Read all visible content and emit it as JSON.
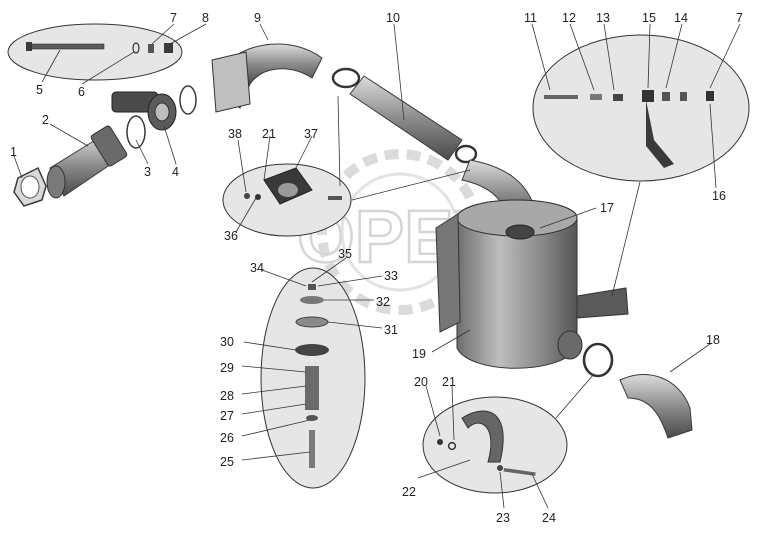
{
  "diagram": {
    "watermark_text": "OPEX",
    "callouts": [
      {
        "id": "c1",
        "label": "1"
      },
      {
        "id": "c2",
        "label": "2"
      },
      {
        "id": "c3",
        "label": "3"
      },
      {
        "id": "c4",
        "label": "4"
      },
      {
        "id": "c5",
        "label": "5"
      },
      {
        "id": "c6",
        "label": "6"
      },
      {
        "id": "c7a",
        "label": "7"
      },
      {
        "id": "c8",
        "label": "8"
      },
      {
        "id": "c9",
        "label": "9"
      },
      {
        "id": "c10",
        "label": "10"
      },
      {
        "id": "c11",
        "label": "11"
      },
      {
        "id": "c12",
        "label": "12"
      },
      {
        "id": "c13",
        "label": "13"
      },
      {
        "id": "c15",
        "label": "15"
      },
      {
        "id": "c14",
        "label": "14"
      },
      {
        "id": "c7b",
        "label": "7"
      },
      {
        "id": "c16",
        "label": "16"
      },
      {
        "id": "c17",
        "label": "17"
      },
      {
        "id": "c18",
        "label": "18"
      },
      {
        "id": "c19",
        "label": "19"
      },
      {
        "id": "c20",
        "label": "20"
      },
      {
        "id": "c21a",
        "label": "21"
      },
      {
        "id": "c21b",
        "label": "21"
      },
      {
        "id": "c22",
        "label": "22"
      },
      {
        "id": "c23",
        "label": "23"
      },
      {
        "id": "c24",
        "label": "24"
      },
      {
        "id": "c25",
        "label": "25"
      },
      {
        "id": "c26",
        "label": "26"
      },
      {
        "id": "c27",
        "label": "27"
      },
      {
        "id": "c28",
        "label": "28"
      },
      {
        "id": "c29",
        "label": "29"
      },
      {
        "id": "c30",
        "label": "30"
      },
      {
        "id": "c31",
        "label": "31"
      },
      {
        "id": "c32",
        "label": "32"
      },
      {
        "id": "c33",
        "label": "33"
      },
      {
        "id": "c34",
        "label": "34"
      },
      {
        "id": "c35",
        "label": "35"
      },
      {
        "id": "c36",
        "label": "36"
      },
      {
        "id": "c37",
        "label": "37"
      },
      {
        "id": "c38",
        "label": "38"
      }
    ]
  }
}
